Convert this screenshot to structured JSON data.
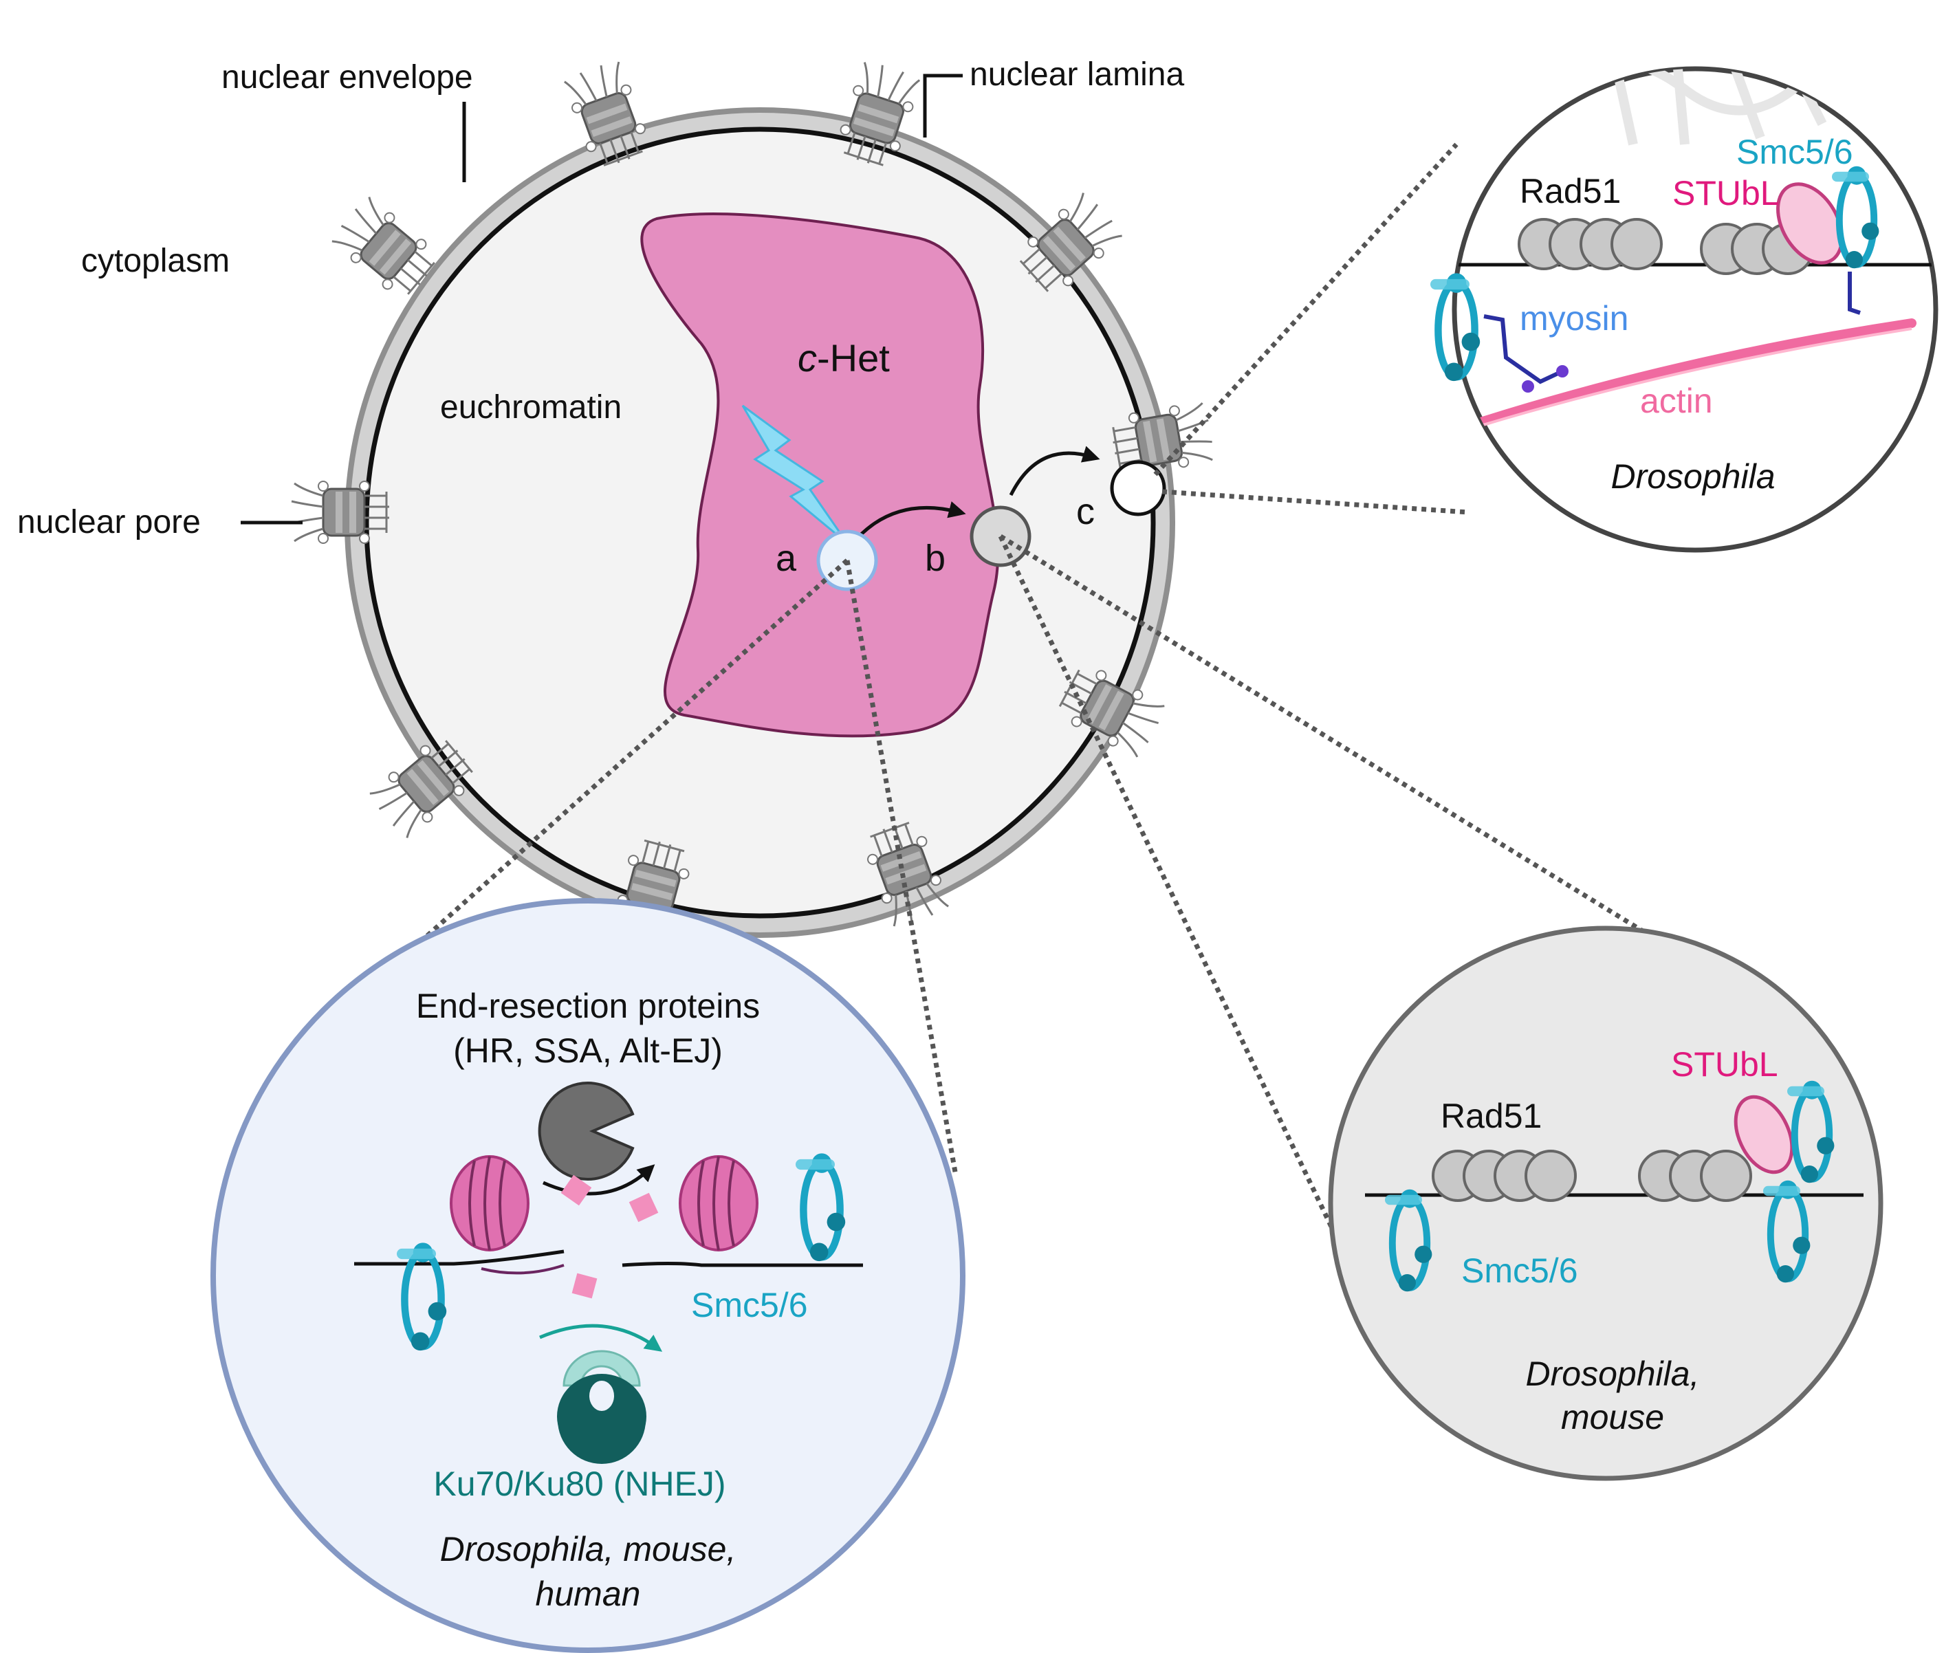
{
  "labels": {
    "nuclear_envelope": "nuclear envelope",
    "nuclear_lamina": "nuclear lamina",
    "cytoplasm": "cytoplasm",
    "nuclear_pore": "nuclear pore",
    "euchromatin": "euchromatin",
    "chet_prefix": "c",
    "chet_suffix": "-Het",
    "site_a": "a",
    "site_b": "b",
    "site_c": "c"
  },
  "panel_a": {
    "title_line1": "End-resection proteins",
    "title_line2": "(HR, SSA, Alt-EJ)",
    "smc": "Smc5/6",
    "ku": "Ku70/Ku80 (NHEJ)",
    "species_line1": "Drosophila, mouse,",
    "species_line2": "human"
  },
  "panel_b": {
    "rad51": "Rad51",
    "stubl": "STUbL",
    "smc": "Smc5/6",
    "species_line1": "Drosophila,",
    "species_line2": "mouse"
  },
  "panel_c": {
    "rad51": "Rad51",
    "stubl": "STUbL",
    "smc": "Smc5/6",
    "myosin": "myosin",
    "actin": "actin",
    "species": "Drosophila"
  },
  "colors": {
    "chet": "#e48ec0",
    "smc": "#1aa4c4",
    "stubl": "#e0197d",
    "myosin": "#4a8fe8",
    "actin": "#f06aa0",
    "ku": "#0f7a78"
  }
}
